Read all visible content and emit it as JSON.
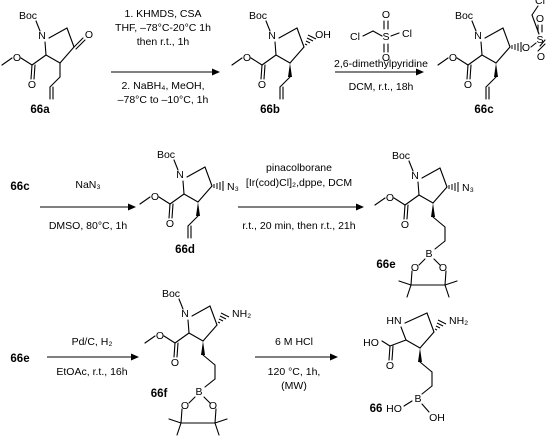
{
  "compounds": {
    "c66a": "66a",
    "c66b": "66b",
    "c66c": "66c",
    "c66d": "66d",
    "c66e": "66e",
    "c66f": "66f",
    "c66": "66"
  },
  "atoms": {
    "boc": "Boc",
    "n": "N",
    "nh": "HN",
    "o": "O",
    "oh": "OH",
    "ho": "HO",
    "b": "B",
    "s": "S",
    "cl": "Cl",
    "n3": "N₃",
    "nh2": "NH₂"
  },
  "step1": {
    "line1": "1. KHMDS, CSA",
    "line2": "THF, –78°C-20°C 1h",
    "line3": "then r.t., 1h",
    "line4": "2. NaBH₄, MeOH,",
    "line5": "–78°C to –10°C, 1h"
  },
  "step2": {
    "line1": "2,6-dimethylpyridine",
    "line2": "DCM, r.t., 18h"
  },
  "step3": {
    "line1": "NaN₃",
    "line2": "DMSO, 80°C, 1h"
  },
  "step4": {
    "line1": "pinacolborane",
    "line2": "[Ir(cod)Cl]₂,dppe, DCM",
    "line3": "r.t., 20 min, then r.t., 21h"
  },
  "step5": {
    "line1": "Pd/C, H₂",
    "line2": "EtOAc, r.t., 16h"
  },
  "step6": {
    "line1": "6 M HCl",
    "line2": "120 °C, 1h,",
    "line3": "(MW)"
  }
}
